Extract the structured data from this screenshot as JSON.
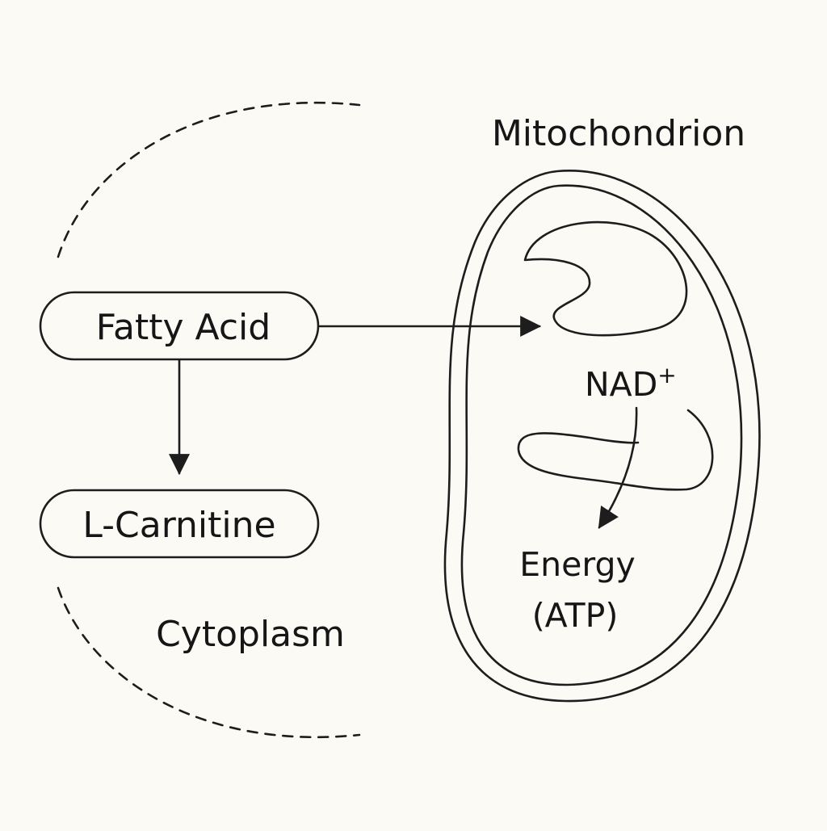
{
  "labels": {
    "mitochondrion": "Mitochondrion",
    "fatty_acid": "Fatty Acid",
    "l_carnitine": "L-Carnitine",
    "cytoplasm": "Cytoplasm",
    "nad": "NAD",
    "nad_superscript": "+",
    "energy_line1": "Energy",
    "energy_line2": "(ATP)"
  },
  "colors": {
    "background": "#fbfaf5",
    "ink": "#1d1d1d"
  }
}
